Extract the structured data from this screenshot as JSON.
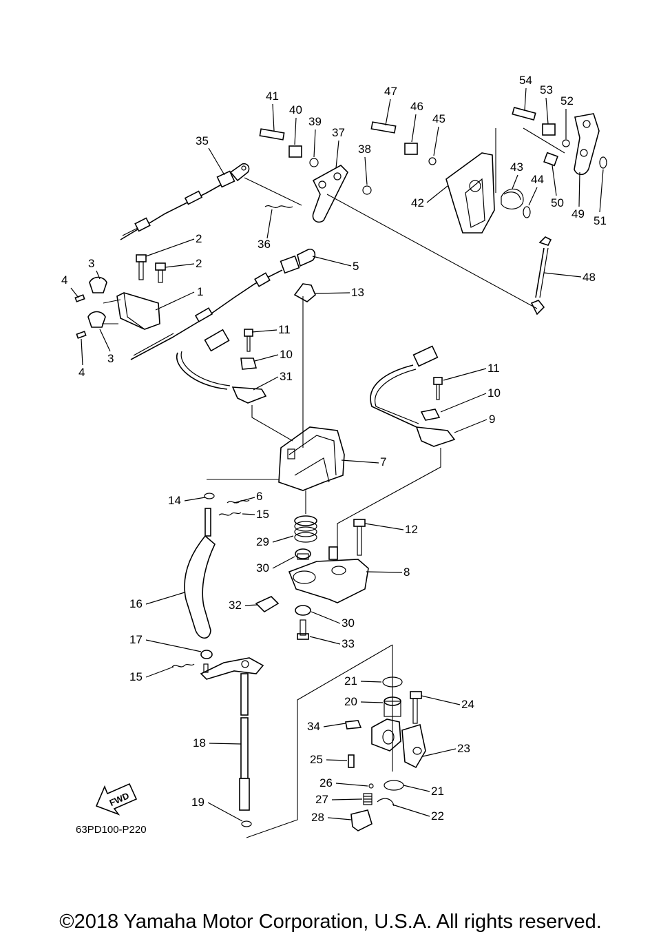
{
  "diagram": {
    "drawing_code": "63PD100-P220",
    "fwd_label": "FWD",
    "copyright": "©2018 Yamaha Motor Corporation, U.S.A. All rights reserved.",
    "callouts": [
      {
        "label": "1"
      },
      {
        "label": "2"
      },
      {
        "label": "2"
      },
      {
        "label": "3"
      },
      {
        "label": "3"
      },
      {
        "label": "4"
      },
      {
        "label": "4"
      },
      {
        "label": "5"
      },
      {
        "label": "6"
      },
      {
        "label": "7"
      },
      {
        "label": "8"
      },
      {
        "label": "9"
      },
      {
        "label": "10"
      },
      {
        "label": "10"
      },
      {
        "label": "11"
      },
      {
        "label": "11"
      },
      {
        "label": "12"
      },
      {
        "label": "13"
      },
      {
        "label": "14"
      },
      {
        "label": "15"
      },
      {
        "label": "15"
      },
      {
        "label": "16"
      },
      {
        "label": "17"
      },
      {
        "label": "18"
      },
      {
        "label": "19"
      },
      {
        "label": "20"
      },
      {
        "label": "21"
      },
      {
        "label": "21"
      },
      {
        "label": "22"
      },
      {
        "label": "23"
      },
      {
        "label": "24"
      },
      {
        "label": "25"
      },
      {
        "label": "26"
      },
      {
        "label": "27"
      },
      {
        "label": "28"
      },
      {
        "label": "29"
      },
      {
        "label": "30"
      },
      {
        "label": "30"
      },
      {
        "label": "31"
      },
      {
        "label": "32"
      },
      {
        "label": "33"
      },
      {
        "label": "34"
      },
      {
        "label": "35"
      },
      {
        "label": "36"
      },
      {
        "label": "37"
      },
      {
        "label": "38"
      },
      {
        "label": "39"
      },
      {
        "label": "40"
      },
      {
        "label": "41"
      },
      {
        "label": "42"
      },
      {
        "label": "43"
      },
      {
        "label": "44"
      },
      {
        "label": "45"
      },
      {
        "label": "46"
      },
      {
        "label": "47"
      },
      {
        "label": "48"
      },
      {
        "label": "49"
      },
      {
        "label": "50"
      },
      {
        "label": "51"
      },
      {
        "label": "52"
      },
      {
        "label": "53"
      },
      {
        "label": "54"
      }
    ]
  }
}
